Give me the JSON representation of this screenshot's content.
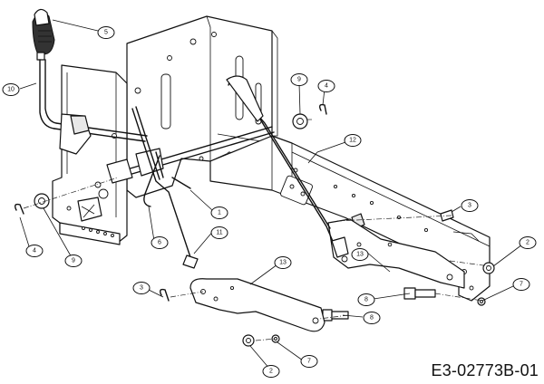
{
  "drawing_code": "E3-02773B-01",
  "callouts": [
    "5",
    "10",
    "9",
    "4",
    "12",
    "1",
    "11",
    "6",
    "4",
    "9",
    "3",
    "2",
    "13",
    "7",
    "8",
    "3",
    "13",
    "8",
    "2",
    "7"
  ]
}
